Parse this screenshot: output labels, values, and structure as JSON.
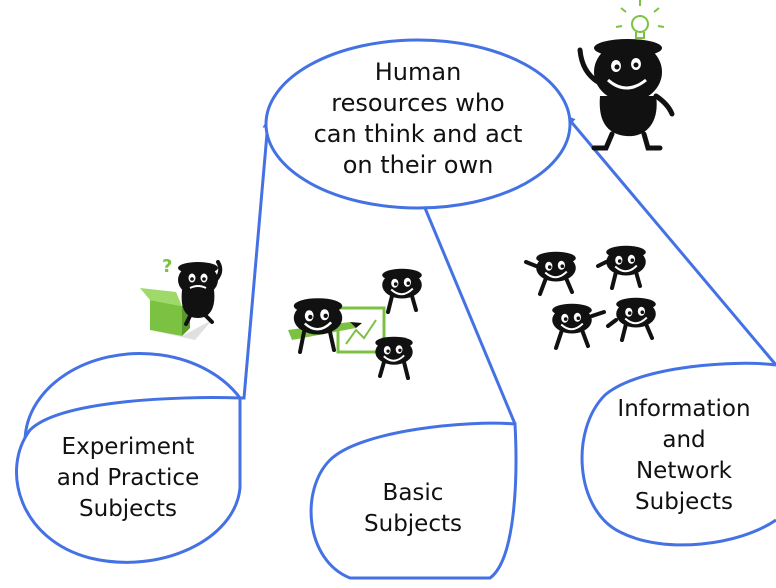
{
  "colors": {
    "line": "#4472e4",
    "figure": "#111111",
    "accent": "#7cc242",
    "background": "#ffffff"
  },
  "goal": {
    "lines": [
      "Human",
      "resources who",
      "can think and act",
      "on their own"
    ]
  },
  "subjects": [
    {
      "id": "experiment",
      "lines": [
        "Experiment",
        "and Practice",
        "Subjects"
      ]
    },
    {
      "id": "basic",
      "lines": [
        "Basic",
        "Subjects"
      ]
    },
    {
      "id": "information",
      "lines": [
        "Information",
        "and",
        "Network",
        "Subjects"
      ]
    }
  ],
  "illustrations": [
    {
      "id": "idea",
      "icon": "lightbulb-character-icon"
    },
    {
      "id": "question",
      "icon": "question-box-character-icon"
    },
    {
      "id": "drawing",
      "icon": "drawing-team-characters-icon"
    },
    {
      "id": "network",
      "icon": "talking-group-characters-icon"
    }
  ]
}
